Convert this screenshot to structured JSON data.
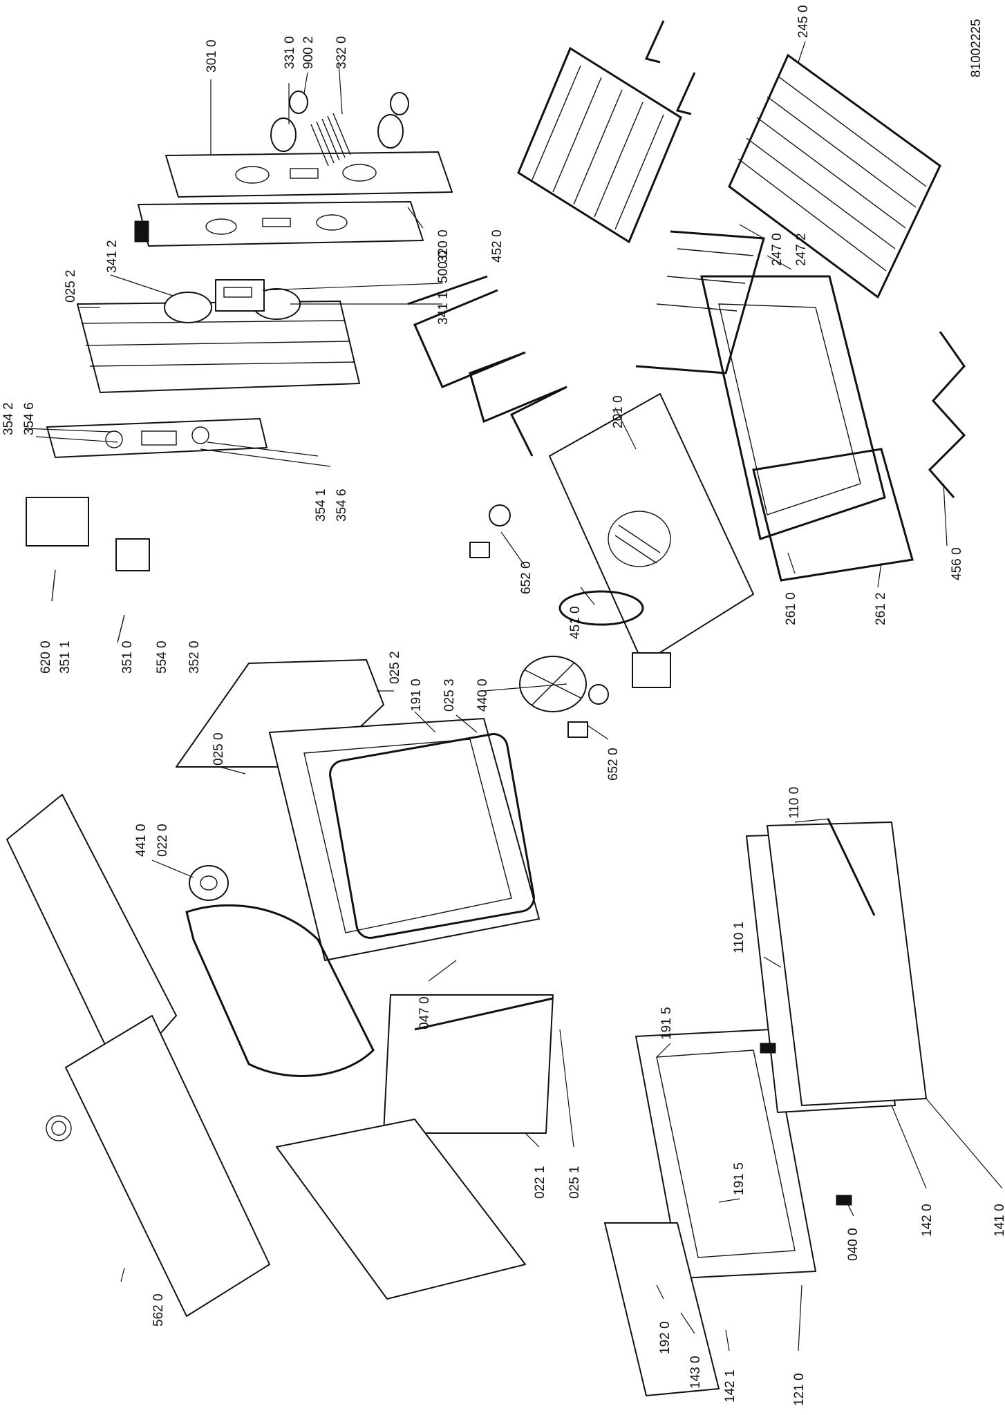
{
  "doc_ref": "81002225",
  "parts": [
    {
      "id": "p3010",
      "code": "301 0"
    },
    {
      "id": "p3310",
      "code": "331 0"
    },
    {
      "id": "p9002",
      "code": "900 2"
    },
    {
      "id": "p3320",
      "code": "332 0"
    },
    {
      "id": "p2450",
      "code": "245 0"
    },
    {
      "id": "p3412",
      "code": "341 2"
    },
    {
      "id": "p0252a",
      "code": "025 2"
    },
    {
      "id": "p5000",
      "code": "500 0"
    },
    {
      "id": "p3411",
      "code": "341 1"
    },
    {
      "id": "p3200",
      "code": "320 0"
    },
    {
      "id": "p4520",
      "code": "452 0"
    },
    {
      "id": "p2470",
      "code": "247 0"
    },
    {
      "id": "p2472",
      "code": "247 2"
    },
    {
      "id": "p3542",
      "code": "354 2"
    },
    {
      "id": "p3546a",
      "code": "354 6"
    },
    {
      "id": "p3541",
      "code": "354 1"
    },
    {
      "id": "p3546b",
      "code": "354 6"
    },
    {
      "id": "p2010",
      "code": "201 0"
    },
    {
      "id": "p6200",
      "code": "620 0"
    },
    {
      "id": "p3511",
      "code": "351 1"
    },
    {
      "id": "p3510",
      "code": "351 0"
    },
    {
      "id": "p5540",
      "code": "554 0"
    },
    {
      "id": "p3520",
      "code": "352 0"
    },
    {
      "id": "p6520a",
      "code": "652 0"
    },
    {
      "id": "p4510",
      "code": "451 0"
    },
    {
      "id": "p4560",
      "code": "456 0"
    },
    {
      "id": "p2610",
      "code": "261 0"
    },
    {
      "id": "p2612",
      "code": "261 2"
    },
    {
      "id": "p0252b",
      "code": "025 2"
    },
    {
      "id": "p1910",
      "code": "191 0"
    },
    {
      "id": "p0253",
      "code": "025 3"
    },
    {
      "id": "p4400",
      "code": "440 0"
    },
    {
      "id": "p6520b",
      "code": "652 0"
    },
    {
      "id": "p0250",
      "code": "025 0"
    },
    {
      "id": "p4410",
      "code": "441 0"
    },
    {
      "id": "p0220",
      "code": "022 0"
    },
    {
      "id": "p0470",
      "code": "047 0"
    },
    {
      "id": "p1100",
      "code": "110 0"
    },
    {
      "id": "p1101",
      "code": "110 1"
    },
    {
      "id": "p1915a",
      "code": "191 5"
    },
    {
      "id": "p1915b",
      "code": "191 5"
    },
    {
      "id": "p0400",
      "code": "040 0"
    },
    {
      "id": "p0221",
      "code": "022 1"
    },
    {
      "id": "p0251",
      "code": "025 1"
    },
    {
      "id": "p1420",
      "code": "142 0"
    },
    {
      "id": "p1410",
      "code": "141 0"
    },
    {
      "id": "p5620",
      "code": "562 0"
    },
    {
      "id": "p1920",
      "code": "192 0"
    },
    {
      "id": "p1430",
      "code": "143 0"
    },
    {
      "id": "p1421",
      "code": "142 1"
    },
    {
      "id": "p1210",
      "code": "121 0"
    }
  ]
}
